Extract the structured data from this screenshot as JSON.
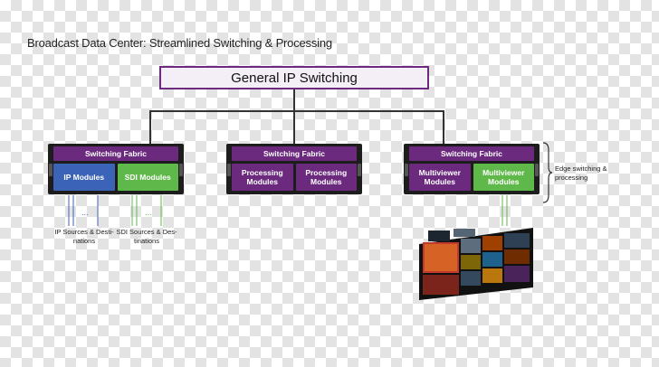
{
  "title": "Broadcast Data Center: Streamlined Switching & Processing",
  "core": {
    "label": "General IP Switching"
  },
  "chassis": [
    {
      "fabric": "Switching Fabric",
      "left": "IP Modules",
      "right": "SDI Modules"
    },
    {
      "fabric": "Switching Fabric",
      "left": "Processing Modules",
      "right": "Processing Modules"
    },
    {
      "fabric": "Switching Fabric",
      "left": "Multiviewer Modules",
      "right": "Multiviewer Modules"
    }
  ],
  "sources": {
    "ip": "IP Sources & Desti- nations",
    "sdi": "SDI Sources & Des- tinations"
  },
  "edge_label": "Edge switching & processing",
  "colors": {
    "purple": "#6b2a7e",
    "blue": "#3b63b8",
    "green": "#5fb94a"
  }
}
